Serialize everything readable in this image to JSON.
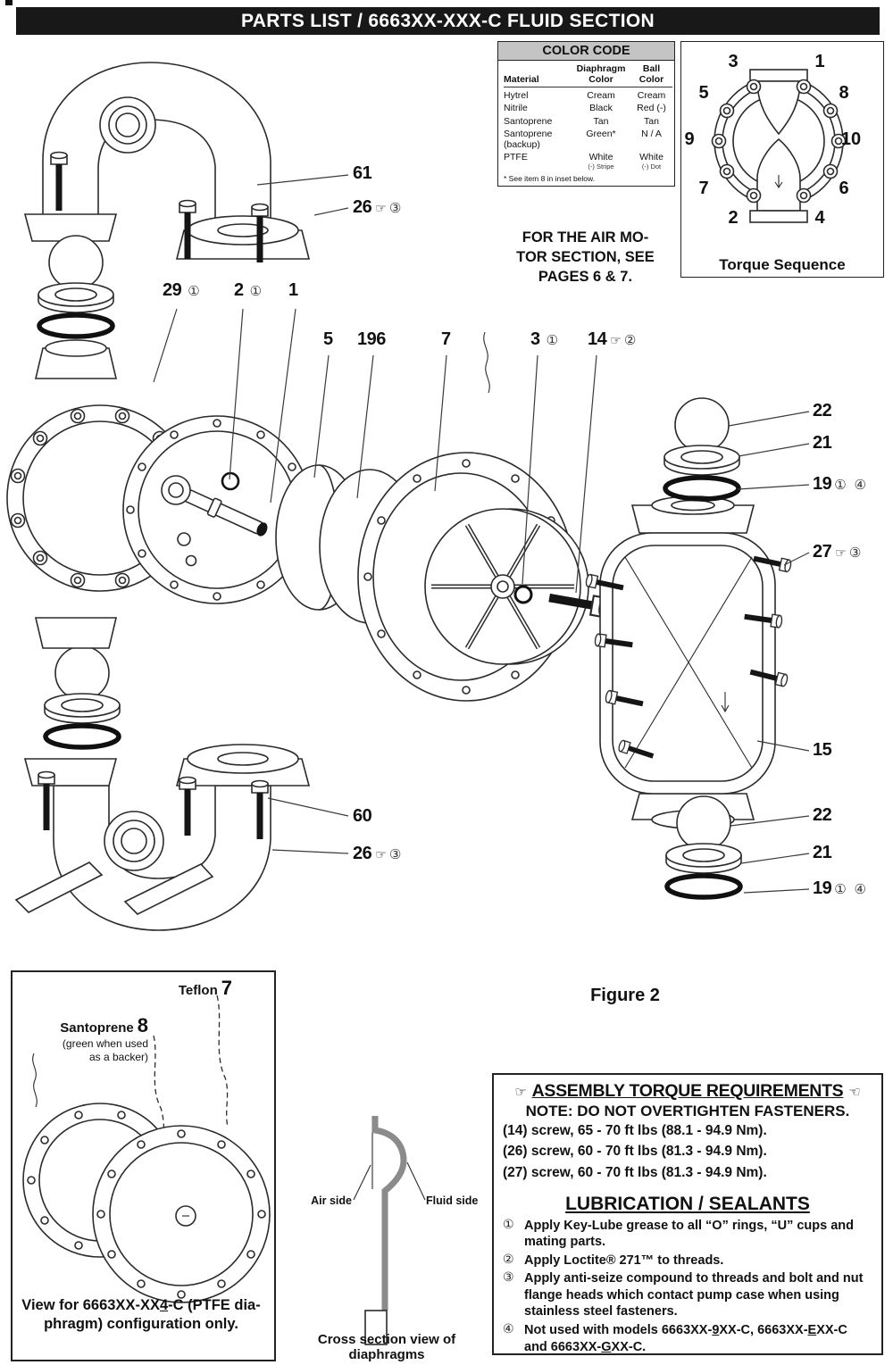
{
  "header": {
    "title": "PARTS LIST / 6663XX-XXX-C FLUID SECTION"
  },
  "color_code": {
    "title": "COLOR CODE",
    "columns": [
      "Material",
      "Diaphragm Color",
      "Ball Color"
    ],
    "rows": [
      {
        "material": "Hytrel",
        "diaphragm": "Cream",
        "ball": "Cream"
      },
      {
        "material": "Nitrile",
        "diaphragm": "Black",
        "ball": "Red (-)"
      },
      {
        "material": "Santoprene",
        "diaphragm": "Tan",
        "ball": "Tan"
      },
      {
        "material": "Santoprene (backup)",
        "diaphragm": "Green*",
        "ball": "N / A"
      },
      {
        "material": "PTFE",
        "diaphragm": "White",
        "diaphragm_sub": "(-) Stripe",
        "ball": "White",
        "ball_sub": "(-) Dot"
      }
    ],
    "footnote": "* See item 8 in inset below."
  },
  "air_motor_note": [
    "FOR THE AIR MO-",
    "TOR SECTION, SEE",
    "PAGES 6 & 7."
  ],
  "torque_sequence": {
    "caption": "Torque Sequence",
    "numbers": [
      "3",
      "1",
      "5",
      "8",
      "9",
      "10",
      "7",
      "6",
      "2",
      "4"
    ]
  },
  "callouts": [
    {
      "num": "61",
      "hand": "",
      "circ": ""
    },
    {
      "num": "26",
      "hand": "☞",
      "circ": "③"
    },
    {
      "num": "29",
      "hand": "",
      "circ": "①"
    },
    {
      "num": "2",
      "hand": "",
      "circ": "①"
    },
    {
      "num": "1",
      "hand": "",
      "circ": ""
    },
    {
      "num": "5",
      "hand": "",
      "circ": ""
    },
    {
      "num": "196",
      "hand": "",
      "circ": ""
    },
    {
      "num": "7",
      "hand": "",
      "circ": ""
    },
    {
      "num": "3",
      "hand": "",
      "circ": "①"
    },
    {
      "num": "14",
      "hand": "☞",
      "circ": "②"
    },
    {
      "num": "22",
      "hand": "",
      "circ": ""
    },
    {
      "num": "21",
      "hand": "",
      "circ": ""
    },
    {
      "num": "19",
      "hand": "",
      "circ": "① ④"
    },
    {
      "num": "27",
      "hand": "☞",
      "circ": "③"
    },
    {
      "num": "15",
      "hand": "",
      "circ": ""
    },
    {
      "num": "22",
      "hand": "",
      "circ": ""
    },
    {
      "num": "21",
      "hand": "",
      "circ": ""
    },
    {
      "num": "19",
      "hand": "",
      "circ": "① ④"
    },
    {
      "num": "60",
      "hand": "",
      "circ": ""
    },
    {
      "num": "26",
      "hand": "☞",
      "circ": "③"
    }
  ],
  "figure_label": "Figure 2",
  "inset": {
    "teflon": "Teflon",
    "teflon_num": "7",
    "santoprene": "Santoprene",
    "santoprene_num": "8",
    "santoprene_note": [
      "(green when used",
      "as a backer)"
    ],
    "caption_runs": [
      {
        "t": "View for 6663XX-XX"
      },
      {
        "t": "4",
        "u": true
      },
      {
        "t": "-C (PTFE dia-phragm) configuration only."
      }
    ]
  },
  "cross_section": {
    "air": "Air side",
    "fluid": "Fluid side",
    "caption": "Cross section view of diaphragms"
  },
  "torque_box": {
    "hand_left": "☞",
    "hand_right": "☜",
    "title": "ASSEMBLY TORQUE REQUIREMENTS",
    "note": "NOTE: DO NOT OVERTIGHTEN FASTENERS.",
    "lines": [
      "(14) screw, 65 - 70 ft lbs (88.1 - 94.9 Nm).",
      "(26) screw, 60 - 70 ft lbs (81.3 - 94.9 Nm).",
      "(27) screw, 60 - 70 ft lbs (81.3 - 94.9 Nm)."
    ],
    "lub_title": "LUBRICATION / SEALANTS",
    "lub_items": [
      {
        "sym": "①",
        "runs": [
          {
            "t": "Apply Key-Lube grease to all “O” rings, “U” cups and mating parts."
          }
        ]
      },
      {
        "sym": "②",
        "runs": [
          {
            "t": "Apply Loctite® 271™ to threads."
          }
        ]
      },
      {
        "sym": "③",
        "runs": [
          {
            "t": "Apply anti-seize compound to threads and bolt and nut flange heads which contact pump case when using stainless steel fasteners."
          }
        ]
      },
      {
        "sym": "④",
        "runs": [
          {
            "t": "Not used with models 6663XX-"
          },
          {
            "t": "9",
            "u": true
          },
          {
            "t": "XX-C, 6663XX-"
          },
          {
            "t": "E",
            "u": true
          },
          {
            "t": "XX-C and 6663XX-"
          },
          {
            "t": "G",
            "u": true
          },
          {
            "t": "XX-C."
          }
        ]
      }
    ]
  }
}
